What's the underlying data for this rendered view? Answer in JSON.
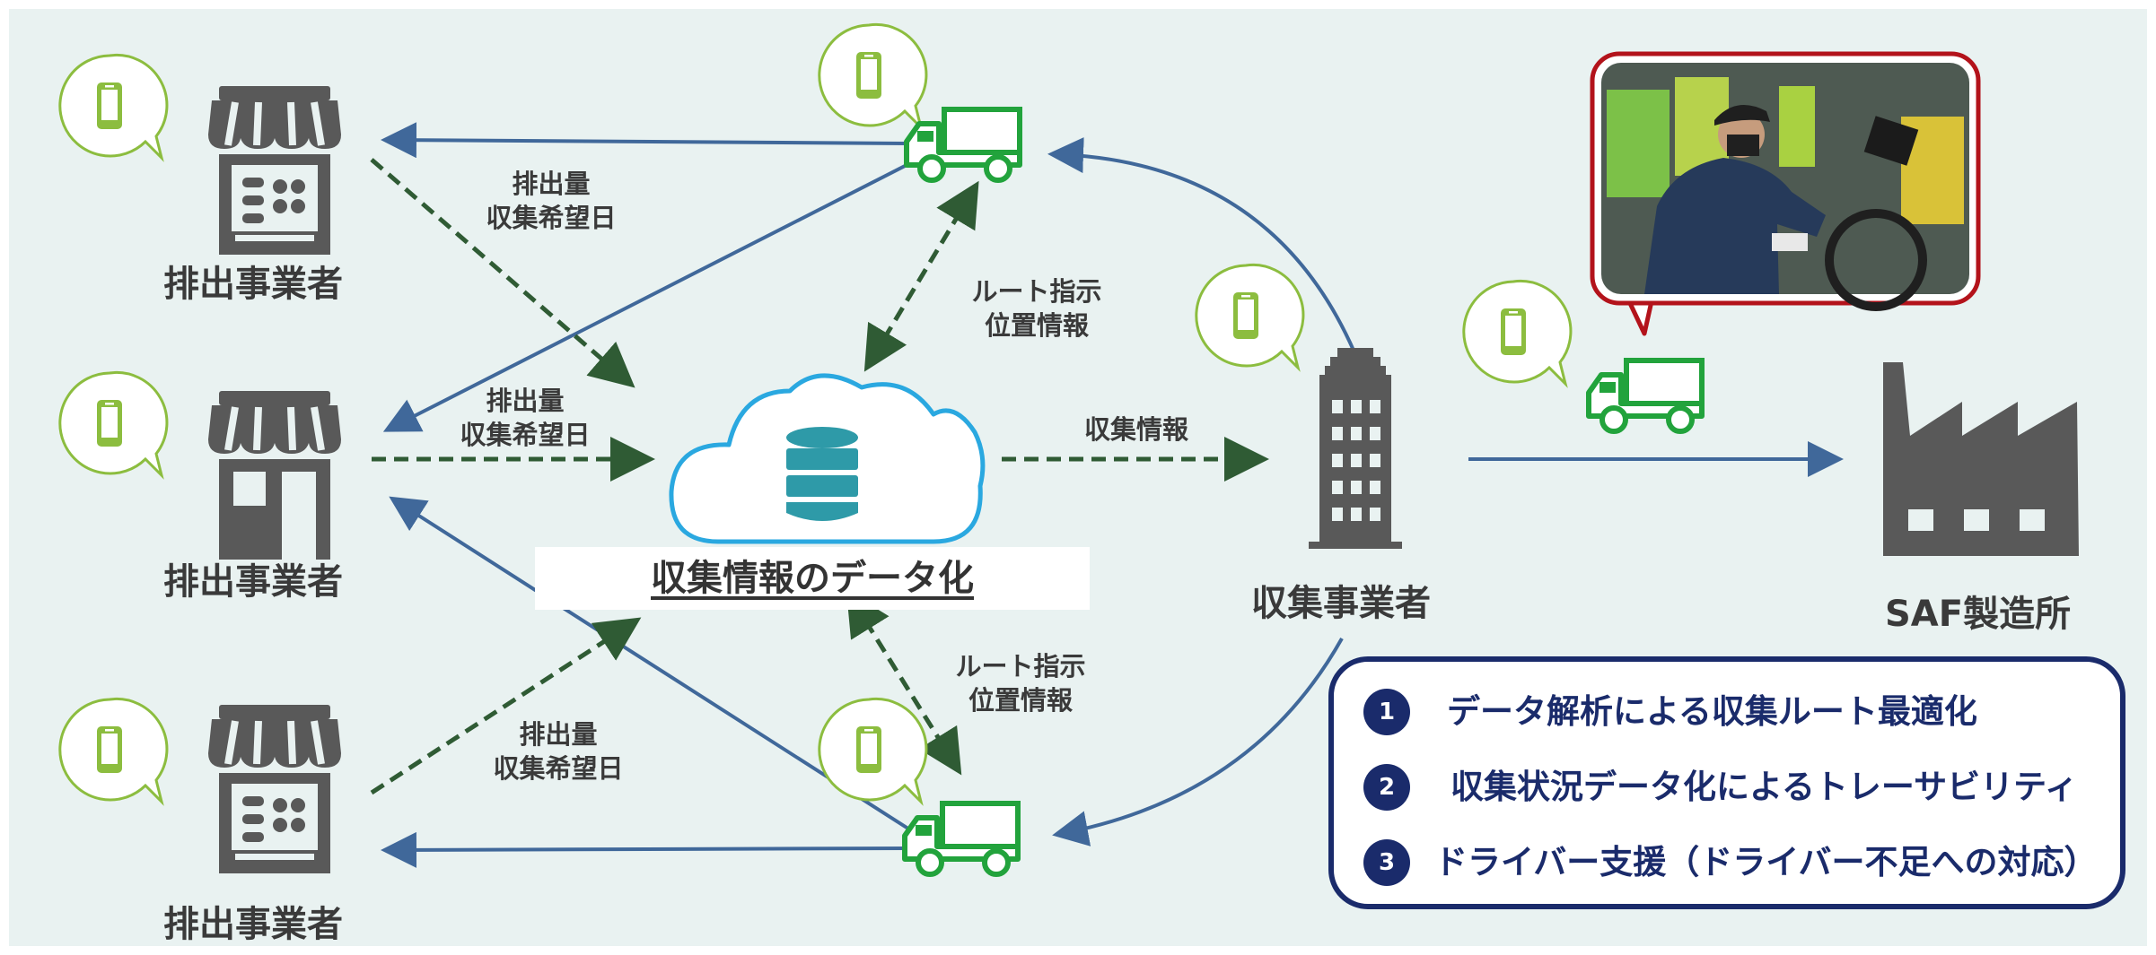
{
  "actors": {
    "emitter_top": "排出事業者",
    "emitter_middle": "排出事業者",
    "emitter_bottom": "排出事業者",
    "collector": "収集事業者",
    "saf_plant": "SAF製造所"
  },
  "labels": {
    "emission_top": [
      "排出量",
      "収集希望日"
    ],
    "emission_middle": [
      "排出量",
      "収集希望日"
    ],
    "emission_bottom": [
      "排出量",
      "収集希望日"
    ],
    "route_top": [
      "ルート指示",
      "位置情報"
    ],
    "route_bottom": [
      "ルート指示",
      "位置情報"
    ],
    "collection_info": "収集情報",
    "cloud_caption": "収集情報のデータ化"
  },
  "features": [
    {
      "num": "1",
      "text": "データ解析による収集ルート最適化"
    },
    {
      "num": "2",
      "text": "収集状況データ化によるトレーサビリティ"
    },
    {
      "num": "3",
      "text": "ドライバー支援（ドライバー不足への対応）"
    }
  ],
  "colors": {
    "background": "#e9f2f1",
    "shop_gray": "#595959",
    "solid_arrow": "#40689a",
    "dashed_arrow": "#2f5b34",
    "truck_green": "#22a33c",
    "phone_green": "#8cbd3f",
    "cloud_blue": "#2aa8e0",
    "database_teal": "#2e9aa8",
    "feature_navy": "#1a2b6b",
    "photo_border": "#b3131b"
  },
  "icons": [
    "shop-icon",
    "truck-icon",
    "phone-bubble-icon",
    "cloud-database-icon",
    "office-building-icon",
    "factory-icon",
    "driver-photo"
  ]
}
